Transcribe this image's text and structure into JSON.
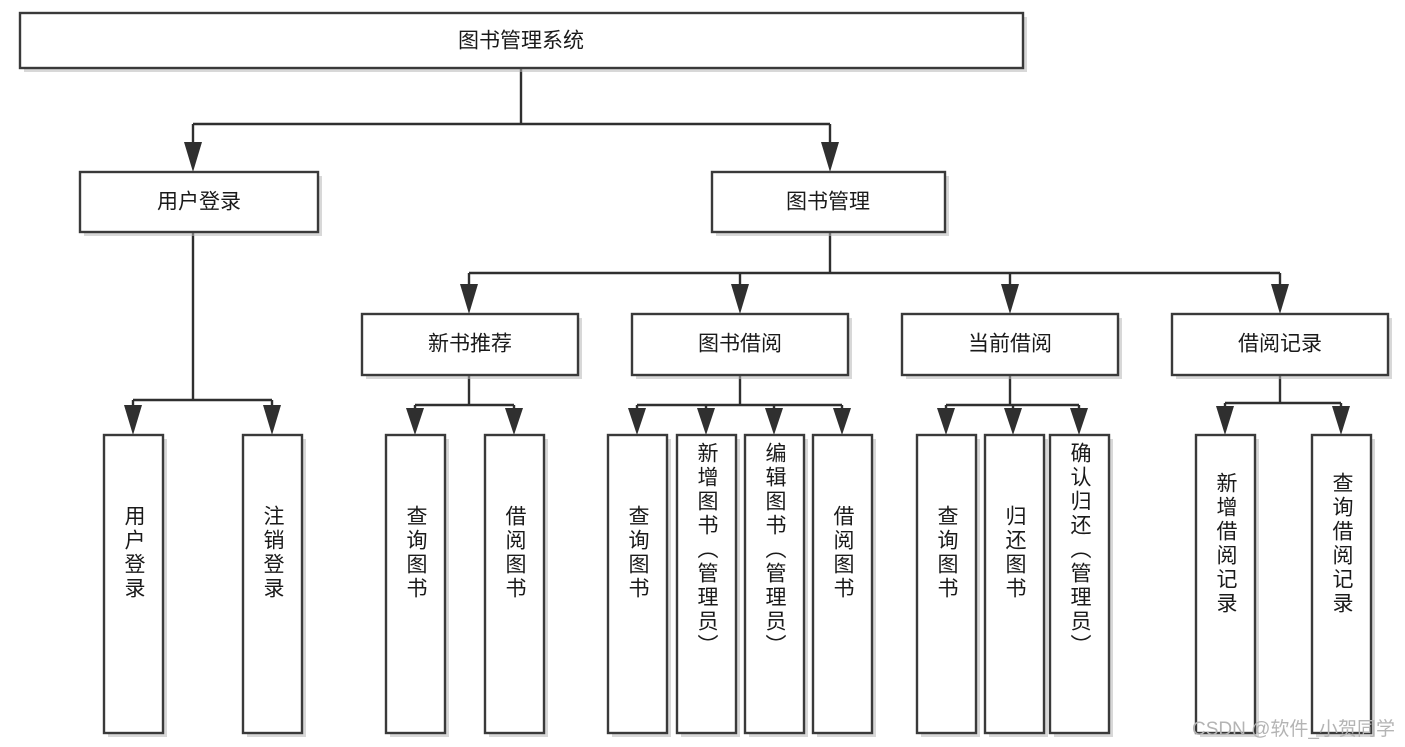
{
  "diagram": {
    "type": "hierarchy-tree",
    "title": "图书管理系统",
    "watermark": "CSDN @软件_小贺同学",
    "root": {
      "label": "图书管理系统"
    },
    "level2": [
      {
        "label": "用户登录"
      },
      {
        "label": "图书管理"
      }
    ],
    "level3": [
      {
        "label": "新书推荐"
      },
      {
        "label": "图书借阅"
      },
      {
        "label": "当前借阅"
      },
      {
        "label": "借阅记录"
      }
    ],
    "leaves": {
      "user_login": [
        {
          "label": "用户登录"
        },
        {
          "label": "注销登录"
        }
      ],
      "new_book_recommend": [
        {
          "label": "查询图书"
        },
        {
          "label": "借阅图书"
        }
      ],
      "book_borrow": [
        {
          "label": "查询图书"
        },
        {
          "label": "新增图书（管理员）"
        },
        {
          "label": "编辑图书（管理员）"
        },
        {
          "label": "借阅图书"
        }
      ],
      "current_borrow": [
        {
          "label": "查询图书"
        },
        {
          "label": "归还图书"
        },
        {
          "label": "确认归还（管理员）"
        }
      ],
      "borrow_record": [
        {
          "label": "新增借阅记录"
        },
        {
          "label": "查询借阅记录"
        }
      ]
    },
    "colors": {
      "box_fill": "#ffffff",
      "box_stroke": "#3a3a3a",
      "connector": "#2f2f2f",
      "text": "#1a1a1a",
      "watermark": "#b4b4b4"
    }
  }
}
